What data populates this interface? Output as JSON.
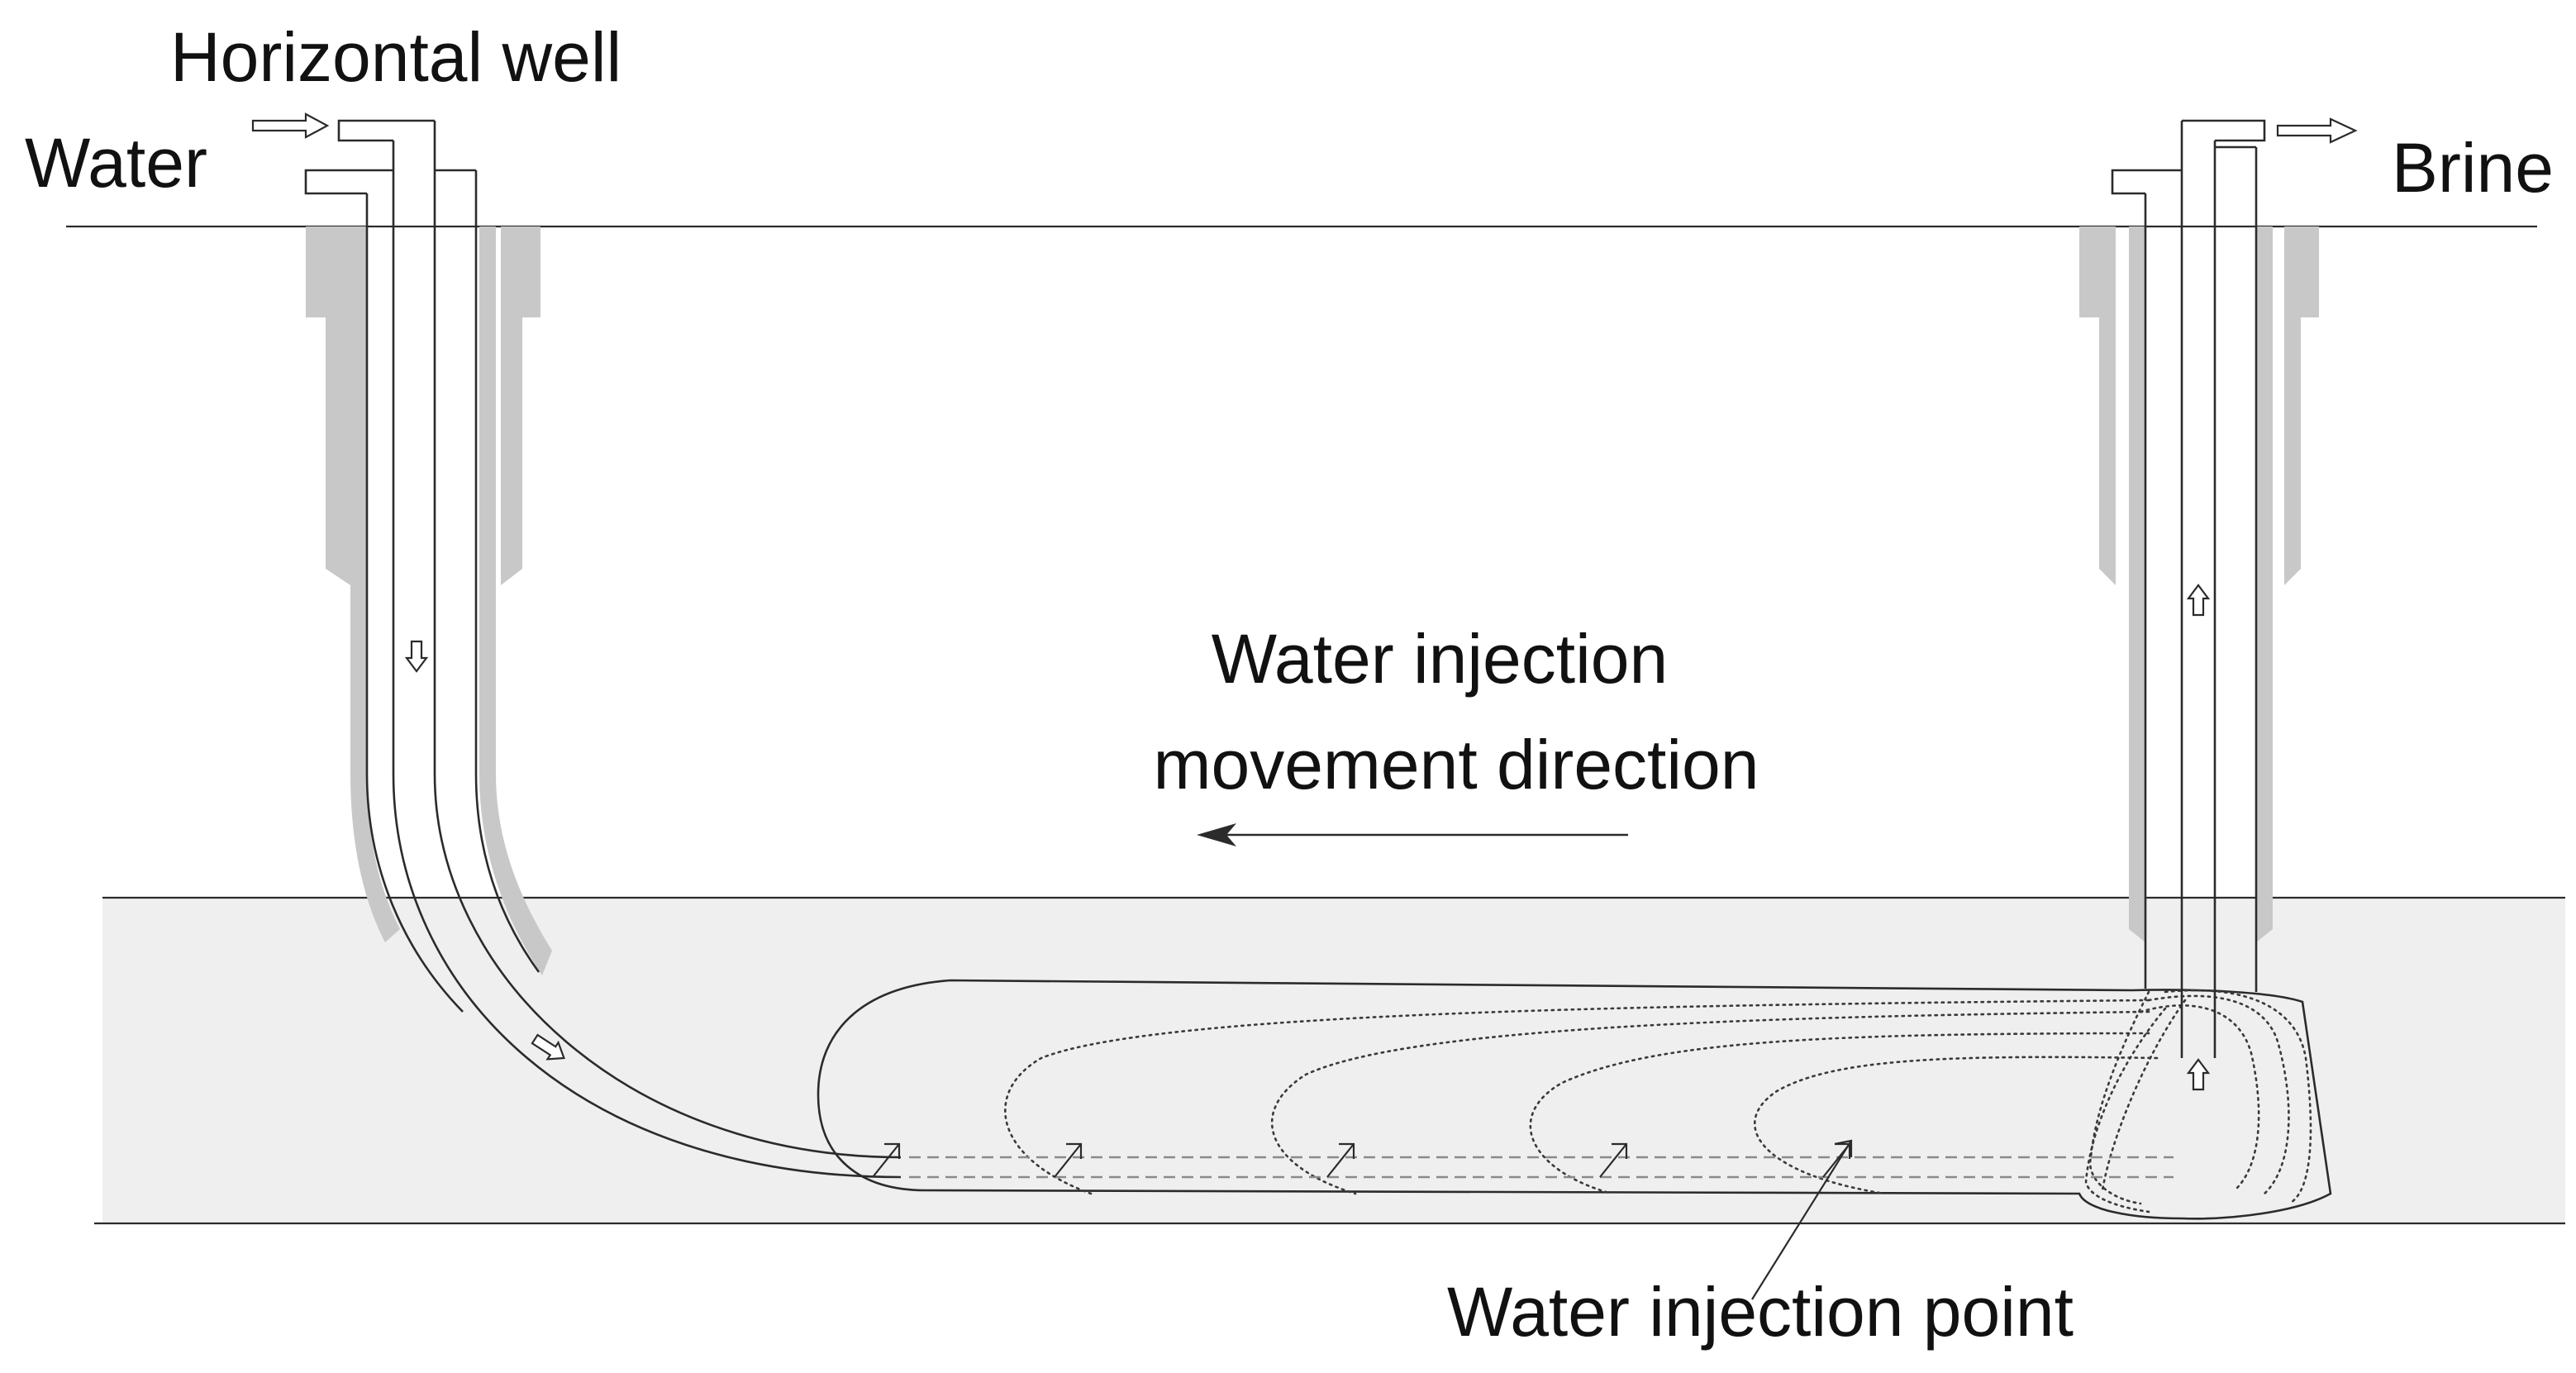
{
  "labels": {
    "horizontal_well": "Horizontal well",
    "water": "Water",
    "brine": "Brine",
    "movement_line1": "Water injection",
    "movement_line2": "movement direction",
    "injection_point": "Water injection point"
  },
  "colors": {
    "casing": "#c8c8c8",
    "salt_layer": "#efeff0",
    "cavern": "#ffffff"
  }
}
